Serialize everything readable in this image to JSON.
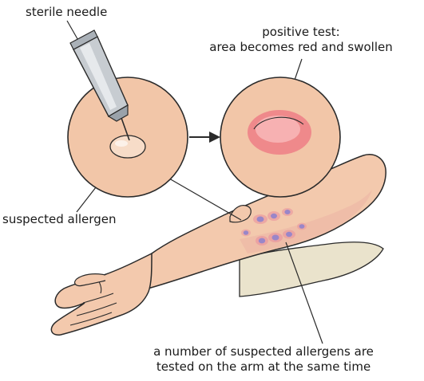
{
  "labels": {
    "sterile_needle": "sterile needle",
    "positive_test_line1": "positive test:",
    "positive_test_line2": "area becomes red and swollen",
    "suspected_allergen": "suspected allergen",
    "caption_line1": "a number of suspected allergens are",
    "caption_line2": "tested on the arm at the same time"
  },
  "colors": {
    "outline": "#2a2a2a",
    "skin": "#f3c9ad",
    "skin_circle": "#f2c6a8",
    "arm_shadow": "#e9a6a0",
    "reaction_red": "#ee7e86",
    "reaction_core": "#f7b6b6",
    "injection_dot": "#9a86c8",
    "injection_halo": "#e88c9c",
    "sleeve": "#eae3cc",
    "needle_metal": "#c7ccd1"
  },
  "icons": {
    "needle": "syringe-needle-icon",
    "arrow": "arrow-right-icon"
  }
}
